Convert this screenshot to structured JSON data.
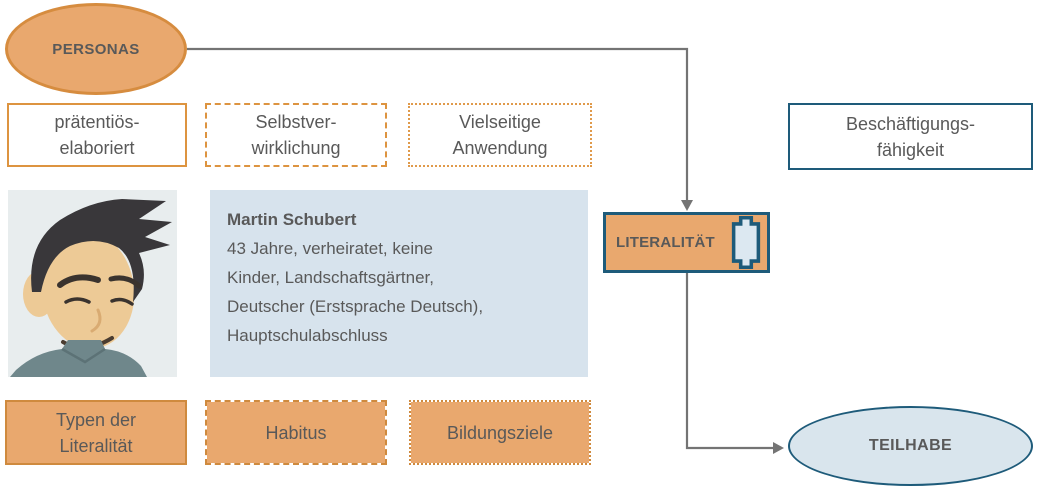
{
  "diagram": {
    "personas_label": "PERSONAS",
    "participation_label": "TEILHABE",
    "literacy_label": "LITERALITÄT",
    "employability_lines": [
      "Beschäftigungs-",
      "fähigkeit"
    ],
    "top_row": {
      "box1_lines": [
        "prätentiös-",
        "elaboriert"
      ],
      "box2_lines": [
        "Selbstver-",
        "wirklichung"
      ],
      "box3_lines": [
        "Vielseitige",
        "Anwendung"
      ]
    },
    "bottom_row": {
      "box1_lines": [
        "Typen der",
        "Literalität"
      ],
      "box2_label": "Habitus",
      "box3_label": "Bildungsziele"
    },
    "persona_card": {
      "name": "Martin Schubert",
      "lines": [
        "43 Jahre, verheiratet, keine",
        "Kinder, Landschaftsgärtner,",
        "Deutscher (Erstsprache Deutsch),",
        "Hauptschulabschluss"
      ]
    },
    "icons": {
      "literacy_icon": "plaque-icon",
      "avatar": "persona-avatar-illustration"
    },
    "colors": {
      "orange_fill": "#e9a86e",
      "orange_border": "#d68c3f",
      "blue_border": "#1e5b7a",
      "light_blue_fill": "#d7e3ed",
      "avatar_background": "#e8edee",
      "arrow_gray": "#747474",
      "text_gray": "#595959"
    }
  }
}
